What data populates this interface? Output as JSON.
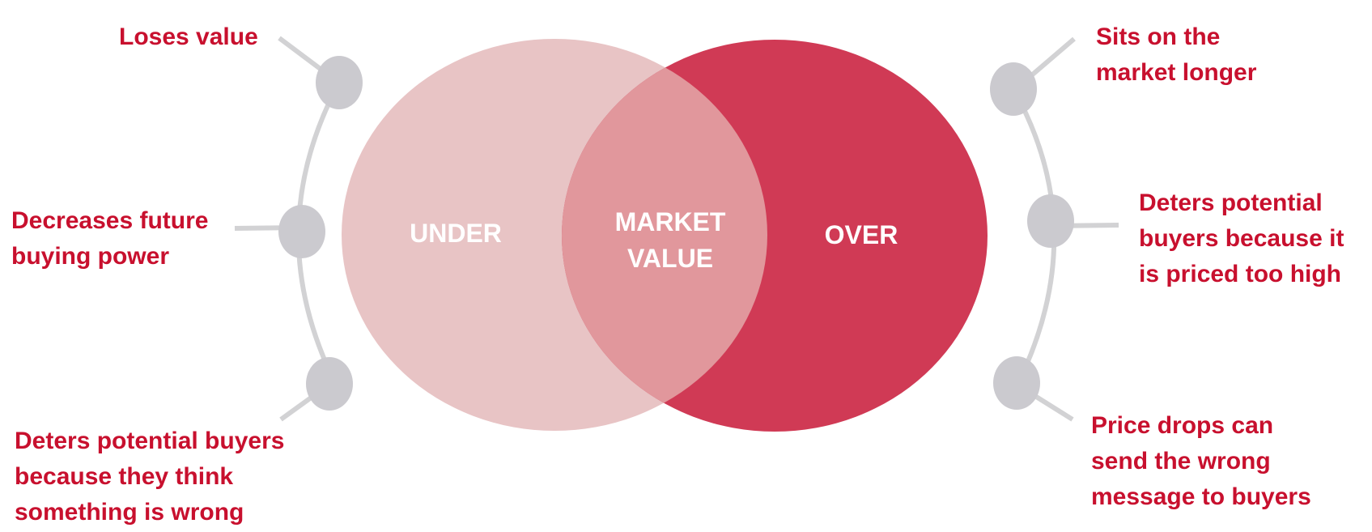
{
  "colors": {
    "under_fill": "#e8c4c5",
    "over_fill": "#d03a55",
    "overlap_fill": "#e1979c",
    "label_text": "#c8102e",
    "connector": "#cfcfd1",
    "node": "#cbcacf"
  },
  "venn": {
    "left_label": "UNDER",
    "center_label_line1": "MARKET",
    "center_label_line2": "VALUE",
    "right_label": "OVER"
  },
  "left_points": [
    {
      "text": "Loses value"
    },
    {
      "text": "Decreases future\nbuying power"
    },
    {
      "text": "Deters potential buyers\nbecause they think\nsomething is wrong"
    }
  ],
  "right_points": [
    {
      "text": "Sits on the\nmarket longer"
    },
    {
      "text": "Deters potential\nbuyers because it\nis priced too high"
    },
    {
      "text": "Price drops can\nsend the wrong\nmessage to buyers"
    }
  ]
}
